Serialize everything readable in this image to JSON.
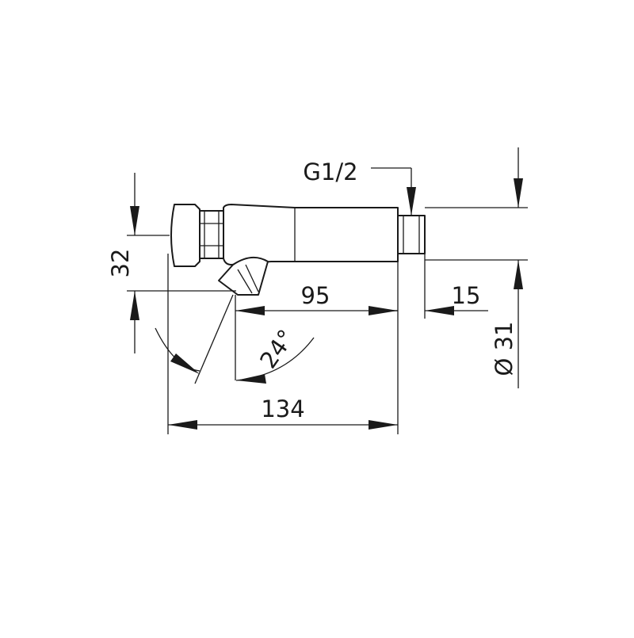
{
  "drawing": {
    "thread_label": "G1/2",
    "dim_height": "32",
    "dim_outlet": "95",
    "dim_thread_length": "15",
    "dim_angle": "24°",
    "dim_total_length": "134",
    "dim_diameter": "Ø 31"
  }
}
